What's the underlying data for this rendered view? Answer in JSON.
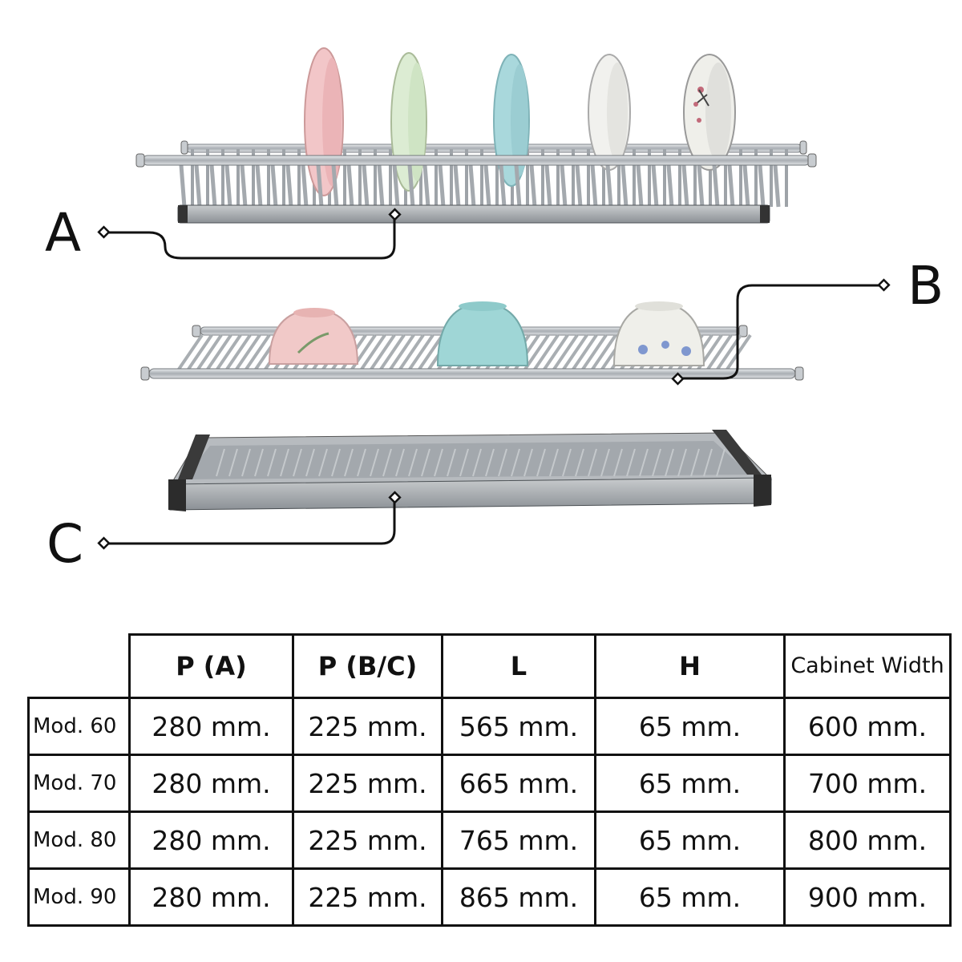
{
  "callouts": {
    "a": "A",
    "b": "B",
    "c": "C"
  },
  "colors": {
    "steel": "#b8bcc0",
    "steel_dark": "#6f7479",
    "plate_pink": "#f2c6c8",
    "plate_green": "#dcecd3",
    "plate_blue": "#a9d8dc",
    "plate_white": "#f1f1ee",
    "bowl_pink": "#f1c9c8",
    "bowl_blue": "#9fd6d6",
    "bowl_white": "#efefea"
  },
  "table": {
    "headers": [
      "P (A)",
      "P (B/C)",
      "L",
      "H",
      "Cabinet Width"
    ],
    "rows": [
      {
        "model": "Mod. 60",
        "cells": [
          "280 mm.",
          "225 mm.",
          "565 mm.",
          "65 mm.",
          "600 mm."
        ]
      },
      {
        "model": "Mod. 70",
        "cells": [
          "280 mm.",
          "225 mm.",
          "665 mm.",
          "65 mm.",
          "700 mm."
        ]
      },
      {
        "model": "Mod. 80",
        "cells": [
          "280 mm.",
          "225 mm.",
          "765 mm.",
          "65 mm.",
          "800 mm."
        ]
      },
      {
        "model": "Mod. 90",
        "cells": [
          "280 mm.",
          "225 mm.",
          "865 mm.",
          "65 mm.",
          "900 mm."
        ]
      }
    ]
  }
}
